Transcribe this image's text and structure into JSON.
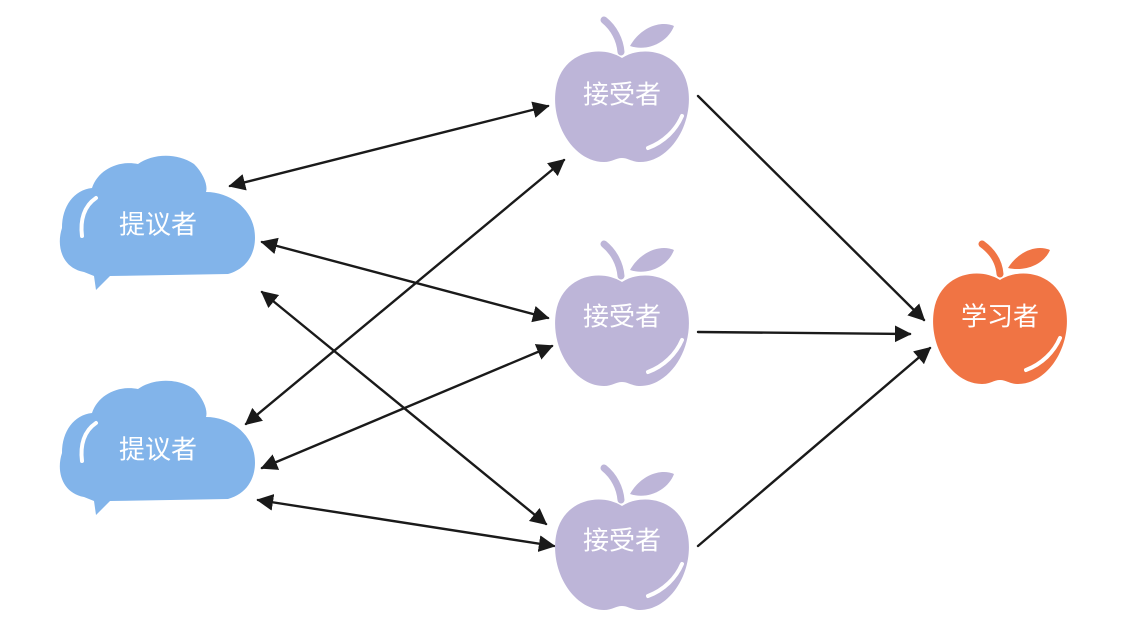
{
  "nodes": {
    "proposer_1": {
      "label": "提议者",
      "color": "#82b4ea"
    },
    "proposer_2": {
      "label": "提议者",
      "color": "#82b4ea"
    },
    "acceptor_1": {
      "label": "接受者",
      "color": "#bdb5d8"
    },
    "acceptor_2": {
      "label": "接受者",
      "color": "#bdb5d8"
    },
    "acceptor_3": {
      "label": "接受者",
      "color": "#bdb5d8"
    },
    "learner": {
      "label": "学习者",
      "color": "#f07444"
    }
  },
  "edges": [
    {
      "from": "proposer_1",
      "to": "acceptor_1",
      "direction": "both"
    },
    {
      "from": "proposer_1",
      "to": "acceptor_2",
      "direction": "both"
    },
    {
      "from": "proposer_1",
      "to": "acceptor_3",
      "direction": "both"
    },
    {
      "from": "proposer_2",
      "to": "acceptor_1",
      "direction": "both"
    },
    {
      "from": "proposer_2",
      "to": "acceptor_2",
      "direction": "both"
    },
    {
      "from": "proposer_2",
      "to": "acceptor_3",
      "direction": "both"
    },
    {
      "from": "acceptor_1",
      "to": "learner",
      "direction": "forward"
    },
    {
      "from": "acceptor_2",
      "to": "learner",
      "direction": "forward"
    },
    {
      "from": "acceptor_3",
      "to": "learner",
      "direction": "forward"
    }
  ],
  "colors": {
    "edge": "#1a1a1a",
    "label_text": "#ffffff"
  }
}
